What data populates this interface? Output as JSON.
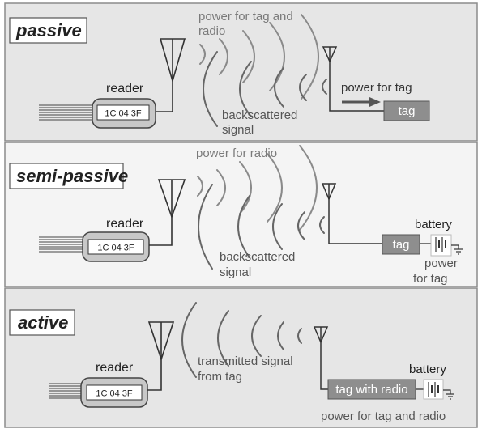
{
  "panels": [
    {
      "id": "passive",
      "title": "passive",
      "reader_label": "reader",
      "reader_code": "1C 04 3F",
      "top_caption_1": "power for tag and",
      "top_caption_2": "radio",
      "bottom_caption_1": "backscattered",
      "bottom_caption_2": "signal",
      "tag_label": "tag",
      "power_note": "power for tag"
    },
    {
      "id": "semi-passive",
      "title": "semi-passive",
      "reader_label": "reader",
      "reader_code": "1C 04 3F",
      "top_caption_1": "power for radio",
      "bottom_caption_1": "backscattered",
      "bottom_caption_2": "signal",
      "tag_label": "tag",
      "battery_label": "battery",
      "power_note_1": "power",
      "power_note_2": "for tag"
    },
    {
      "id": "active",
      "title": "active",
      "reader_label": "reader",
      "reader_code": "1C 04 3F",
      "caption_1": "transmitted signal",
      "caption_2": "from tag",
      "tag_label": "tag with radio",
      "battery_label": "battery",
      "power_note": "power for tag and radio"
    }
  ],
  "colors": {
    "panel_gray": "#e6e6e6",
    "panel_light": "#f4f4f4",
    "border": "#8c8c8c",
    "tag_fill": "#8e8e8e",
    "reader_fill": "#c8c8c8",
    "wave": "#8a8a8a",
    "text_dark": "#222222",
    "text_gray": "#7a7a7a"
  }
}
